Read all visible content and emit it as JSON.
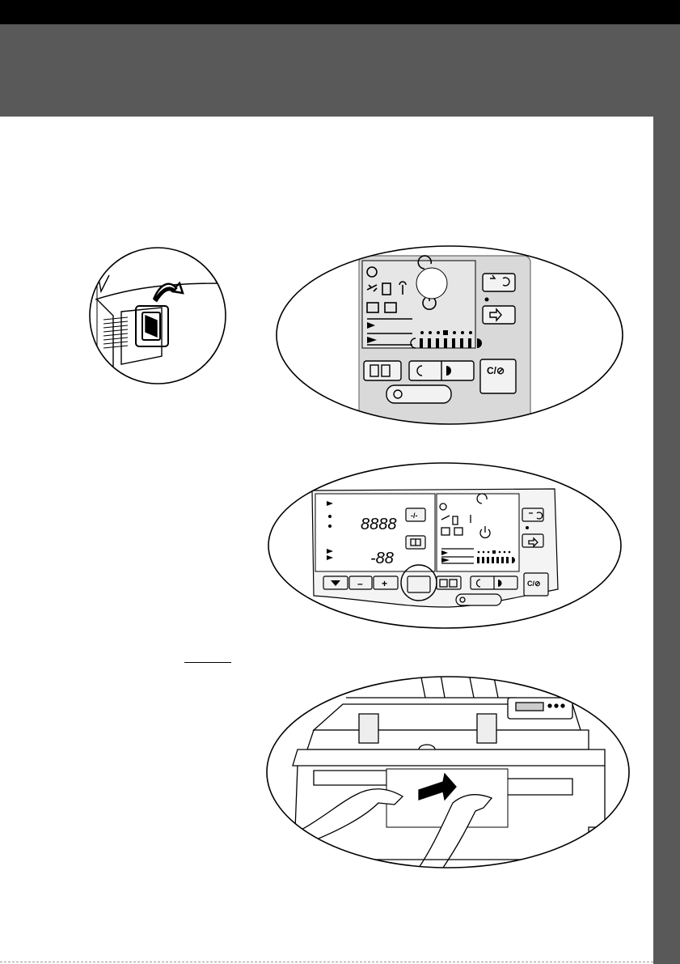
{
  "colors": {
    "top_bar": "#000000",
    "header_band": "#595959",
    "side_tab": "#595959",
    "panel_gray": "#d9d9d9",
    "line": "#000000"
  },
  "panel_small": {
    "clear_stop_label": "C/⊘"
  },
  "panel_wide": {
    "counter_digits": "8888",
    "counter_small_digits": "-88",
    "key_minus_plus_label": "-/-",
    "key_minus_label": "–",
    "key_plus_label": "+",
    "clear_stop_label": "C/⊘"
  }
}
